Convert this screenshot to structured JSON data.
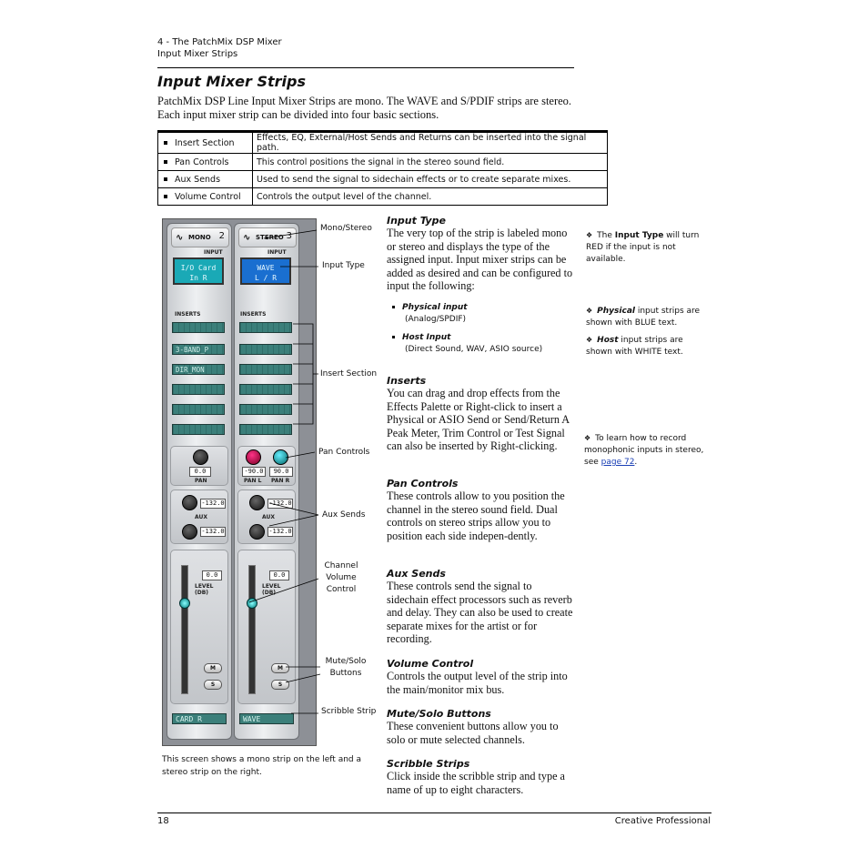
{
  "header": {
    "chapter": "4 - The PatchMix DSP Mixer",
    "section": "Input Mixer Strips"
  },
  "title": "Input Mixer Strips",
  "intro": "PatchMix DSP Line Input Mixer Strips are mono. The WAVE and S/PDIF strips are stereo. Each input mixer strip can be divided into four basic sections.",
  "sections_table": [
    {
      "name": "Insert Section",
      "desc": "Effects, EQ, External/Host Sends and Returns can be inserted into the signal path."
    },
    {
      "name": "Pan Controls",
      "desc": "This control positions the signal in the stereo sound field."
    },
    {
      "name": "Aux Sends",
      "desc": "Used to send the signal to sidechain effects or to create separate mixes."
    },
    {
      "name": "Volume Control",
      "desc": "Controls the output level of the channel."
    }
  ],
  "mixer": {
    "mono": {
      "type": "MONO",
      "number": "2",
      "input_label": "INPUT",
      "lcd_line1": "I/O Card",
      "lcd_line2": "In R",
      "inserts_label": "INSERTS",
      "insert2": "3-BAND_P",
      "insert3": "DIR_MON",
      "pan_value": "0.0",
      "pan_label": "PAN",
      "aux_label": "AUX",
      "aux1": "-132.0",
      "aux2": "-132.0",
      "level": "0.0",
      "level_label": "LEVEL (DB)",
      "mute": "M",
      "solo": "S",
      "scribble": "CARD R"
    },
    "stereo": {
      "type": "STEREO",
      "number": "3",
      "input_label": "INPUT",
      "lcd_line1": "WAVE",
      "lcd_line2": "L / R",
      "inserts_label": "INSERTS",
      "pan_l": "-90.0",
      "pan_r": "90.0",
      "pan_l_label": "PAN L",
      "pan_r_label": "PAN R",
      "aux_label": "AUX",
      "aux1": "-132.0",
      "aux2": "-132.0",
      "level": "0.0",
      "level_label": "LEVEL (DB)",
      "mute": "M",
      "solo": "S",
      "scribble": "WAVE"
    }
  },
  "callouts": {
    "mono_stereo": "Mono/Stereo",
    "input_type": "Input Type",
    "insert_section": "Insert Section",
    "pan_controls": "Pan Controls",
    "aux_sends": "Aux Sends",
    "channel_volume_1": "Channel",
    "channel_volume_2": "Volume",
    "channel_volume_3": "Control",
    "mute_solo_1": "Mute/Solo",
    "mute_solo_2": "Buttons",
    "scribble_strip": "Scribble Strip"
  },
  "caption": "This screen shows a mono strip on the left and a stereo strip on the right.",
  "content": {
    "input_type": {
      "heading": "Input Type",
      "body": "The very top of the strip is labeled mono or stereo and displays the type of the assigned input. Input mixer strips can be added as desired and can be configured to input the following:",
      "physical": "Physical input",
      "physical_sub": "(Analog/SPDIF)",
      "host": "Host Input",
      "host_sub": "(Direct Sound, WAV, ASIO source)"
    },
    "inserts": {
      "heading": "Inserts",
      "body": "You can drag and drop effects from the Effects Palette or Right-click to insert a Physical or ASIO Send or Send/Return A Peak Meter, Trim Control or Test Signal can also be inserted by Right-clicking."
    },
    "pan": {
      "heading": "Pan Controls",
      "body": "These controls allow to you position the channel in the stereo sound field. Dual controls on stereo strips allow you to position each side indepen-dently."
    },
    "aux": {
      "heading": "Aux Sends",
      "body": "These controls send the signal to sidechain effect processors such as reverb and delay. They can also be used to create separate mixes for the artist or for recording."
    },
    "volume": {
      "heading": "Volume Control",
      "body": "Controls the output level of the strip into the main/monitor mix bus."
    },
    "mutesolo": {
      "heading": "Mute/Solo Buttons",
      "body": "These convenient buttons allow you to solo or mute selected channels."
    },
    "scribble": {
      "heading": "Scribble Strips",
      "body": "Click inside the scribble strip and type a name of up to eight characters."
    }
  },
  "sidenotes": {
    "n1_pre": "The ",
    "n1_bold": "Input Type",
    "n1_post": " will turn RED if the input is not available.",
    "n2_bold": "Physical",
    "n2_post": " input strips are shown with BLUE text.",
    "n3_bold": "Host",
    "n3_post": " input strips are shown with WHITE text.",
    "n4_pre": "To learn how to record monophonic inputs in stereo, see ",
    "n4_link": "page 72",
    "n4_post": "."
  },
  "footer": {
    "page": "18",
    "brand": "Creative Professional"
  }
}
